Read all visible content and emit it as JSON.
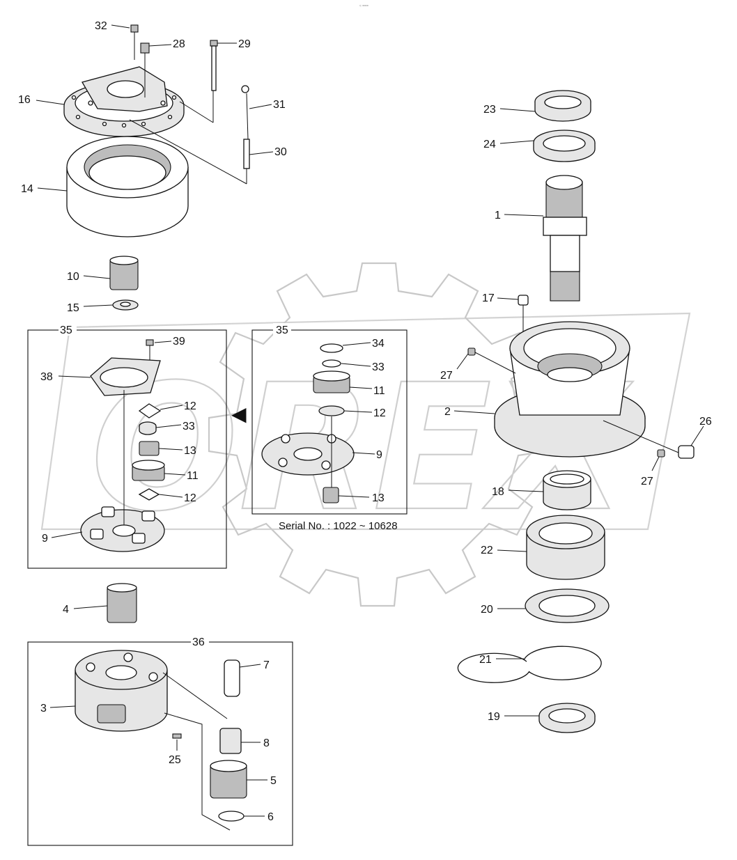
{
  "header": {
    "corner_mark": "≈ ==="
  },
  "watermark": {
    "text": "OREX"
  },
  "arrow": {
    "glyph": "◀"
  },
  "serial_note": "Serial No. : 1022 ~ 10628",
  "groups": [
    {
      "id": "left_box",
      "label": "35"
    },
    {
      "id": "middle_box",
      "label": "35"
    },
    {
      "id": "bottom_box",
      "label": "36"
    }
  ],
  "callouts": [
    {
      "id": "c32",
      "text": "32"
    },
    {
      "id": "c28",
      "text": "28"
    },
    {
      "id": "c29",
      "text": "29"
    },
    {
      "id": "c16",
      "text": "16"
    },
    {
      "id": "c31",
      "text": "31"
    },
    {
      "id": "c30",
      "text": "30"
    },
    {
      "id": "c14",
      "text": "14"
    },
    {
      "id": "c10",
      "text": "10"
    },
    {
      "id": "c15",
      "text": "15"
    },
    {
      "id": "c23",
      "text": "23"
    },
    {
      "id": "c24",
      "text": "24"
    },
    {
      "id": "c1",
      "text": "1"
    },
    {
      "id": "c17",
      "text": "17"
    },
    {
      "id": "c27a",
      "text": "27"
    },
    {
      "id": "c2",
      "text": "2"
    },
    {
      "id": "c26",
      "text": "26"
    },
    {
      "id": "c27b",
      "text": "27"
    },
    {
      "id": "c18",
      "text": "18"
    },
    {
      "id": "c22",
      "text": "22"
    },
    {
      "id": "c20",
      "text": "20"
    },
    {
      "id": "c21",
      "text": "21"
    },
    {
      "id": "c19",
      "text": "19"
    },
    {
      "id": "l39",
      "text": "39"
    },
    {
      "id": "l38",
      "text": "38"
    },
    {
      "id": "l12a",
      "text": "12"
    },
    {
      "id": "l33",
      "text": "33"
    },
    {
      "id": "l13",
      "text": "13"
    },
    {
      "id": "l11",
      "text": "11"
    },
    {
      "id": "l12b",
      "text": "12"
    },
    {
      "id": "l9",
      "text": "9"
    },
    {
      "id": "m34",
      "text": "34"
    },
    {
      "id": "m33",
      "text": "33"
    },
    {
      "id": "m11",
      "text": "11"
    },
    {
      "id": "m12",
      "text": "12"
    },
    {
      "id": "m9",
      "text": "9"
    },
    {
      "id": "m13",
      "text": "13"
    },
    {
      "id": "c4",
      "text": "4"
    },
    {
      "id": "b7",
      "text": "7"
    },
    {
      "id": "b3",
      "text": "3"
    },
    {
      "id": "b8",
      "text": "8"
    },
    {
      "id": "b25",
      "text": "25"
    },
    {
      "id": "b5",
      "text": "5"
    },
    {
      "id": "b6",
      "text": "6"
    }
  ]
}
